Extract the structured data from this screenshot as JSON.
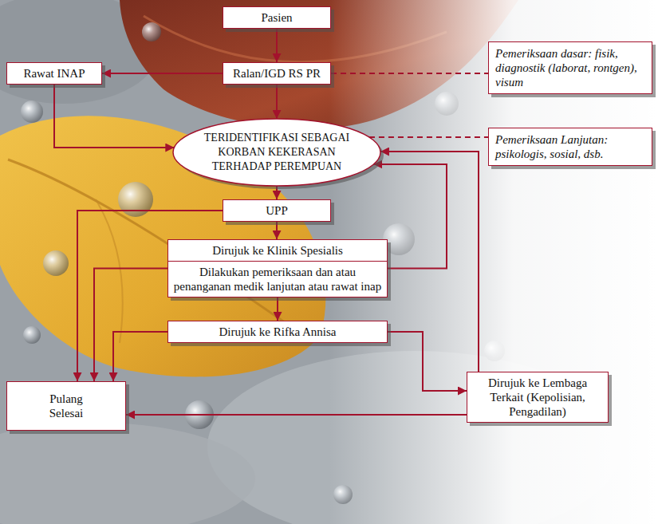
{
  "diagram": {
    "nodes": [
      {
        "text": [
          "Pasien"
        ]
      },
      {
        "text": [
          "Rawat INAP"
        ]
      },
      {
        "text": [
          "Ralan/IGD RS PR"
        ]
      },
      {
        "text": [
          "Pemeriksaan dasar: fisik, diagnostik (laborat, rontgen), visum"
        ]
      },
      {
        "text": [
          "TERIDENTIFIKASI SEBAGAI KORBAN KEKERASAN TERHADAP PEREMPUAN"
        ]
      },
      {
        "text": [
          "Pemeriksaan Lanjutan: psikologis, sosial, dsb."
        ]
      },
      {
        "text": [
          "UPP"
        ]
      },
      {
        "text": [
          "Dirujuk ke Klinik Spesialis",
          "Dilakukan pemeriksaan dan atau penanganan medik lanjutan atau rawat inap"
        ]
      },
      {
        "text": [
          "Dirujuk ke Rifka Annisa"
        ]
      },
      {
        "text": [
          "Dirujuk ke Lembaga Terkait (Kepolisian, Pengadilan)"
        ]
      },
      {
        "text": [
          "Pulang Selesai"
        ]
      }
    ],
    "edges": [
      {
        "from": 0,
        "to": 2,
        "arrow": "to"
      },
      {
        "from": 2,
        "to": 1,
        "arrow": "to"
      },
      {
        "from": 2,
        "to": 3,
        "arrow": "none"
      },
      {
        "from": 2,
        "to": 4,
        "arrow": "to"
      },
      {
        "from": 1,
        "to": 4,
        "arrow": "to"
      },
      {
        "from": 4,
        "to": 5,
        "arrow": "none"
      },
      {
        "from": 4,
        "to": 6,
        "arrow": "to"
      },
      {
        "from": 6,
        "to": 7,
        "arrow": "to"
      },
      {
        "from": 6,
        "to": 10,
        "arrow": "to"
      },
      {
        "from": 7,
        "to": 10,
        "arrow": "to"
      },
      {
        "from": 7,
        "to": 8,
        "arrow": "to"
      },
      {
        "from": 7,
        "to": 4,
        "arrow": "to"
      },
      {
        "from": 8,
        "to": 10,
        "arrow": "to"
      },
      {
        "from": 8,
        "to": 9,
        "arrow": "to"
      },
      {
        "from": 9,
        "to": 4,
        "arrow": "to"
      },
      {
        "from": 9,
        "to": 10,
        "arrow": "to"
      }
    ]
  }
}
